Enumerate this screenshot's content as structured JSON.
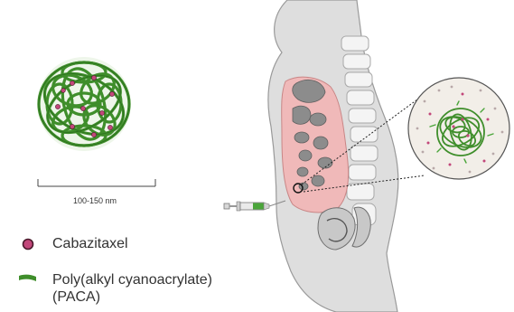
{
  "scale": {
    "label": "100-150 nm"
  },
  "legend": {
    "items": [
      {
        "label": "Cabazitaxel",
        "icon": "pink-dot-icon",
        "color": "#c2477a"
      },
      {
        "label": "Poly(alkyl cyanoacrylate)",
        "label2": "(PACA)",
        "icon": "green-fiber-icon",
        "color": "#3f8e2b"
      }
    ]
  },
  "colors": {
    "nanoparticle_green": "#3f8e2b",
    "drug_pink": "#c2477a",
    "body_gray": "#dcdcdc",
    "peritoneum_pink": "#f0b9b9",
    "magnifier_bg": "#f2eee8"
  }
}
